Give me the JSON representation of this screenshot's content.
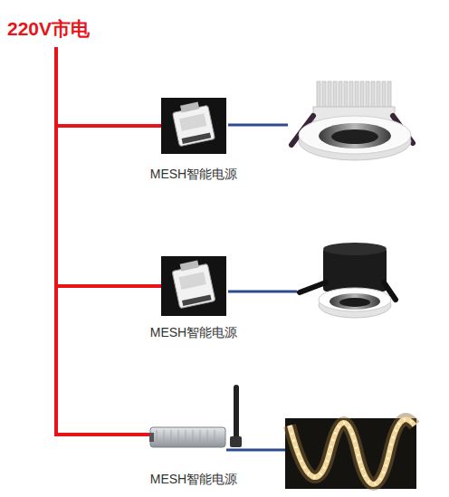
{
  "diagram": {
    "nodes": [
      {
        "text": [
          "220V市电"
        ]
      },
      {
        "text": [
          "MESH智能电源"
        ]
      },
      {
        "text": [
          "MESH智能电源"
        ]
      },
      {
        "text": [
          "MESH智能电源"
        ]
      }
    ],
    "edges": [
      {
        "from": 0,
        "to": 1,
        "arrow": "none"
      },
      {
        "from": 0,
        "to": 2,
        "arrow": "none"
      },
      {
        "from": 0,
        "to": 3,
        "arrow": "none"
      }
    ]
  }
}
